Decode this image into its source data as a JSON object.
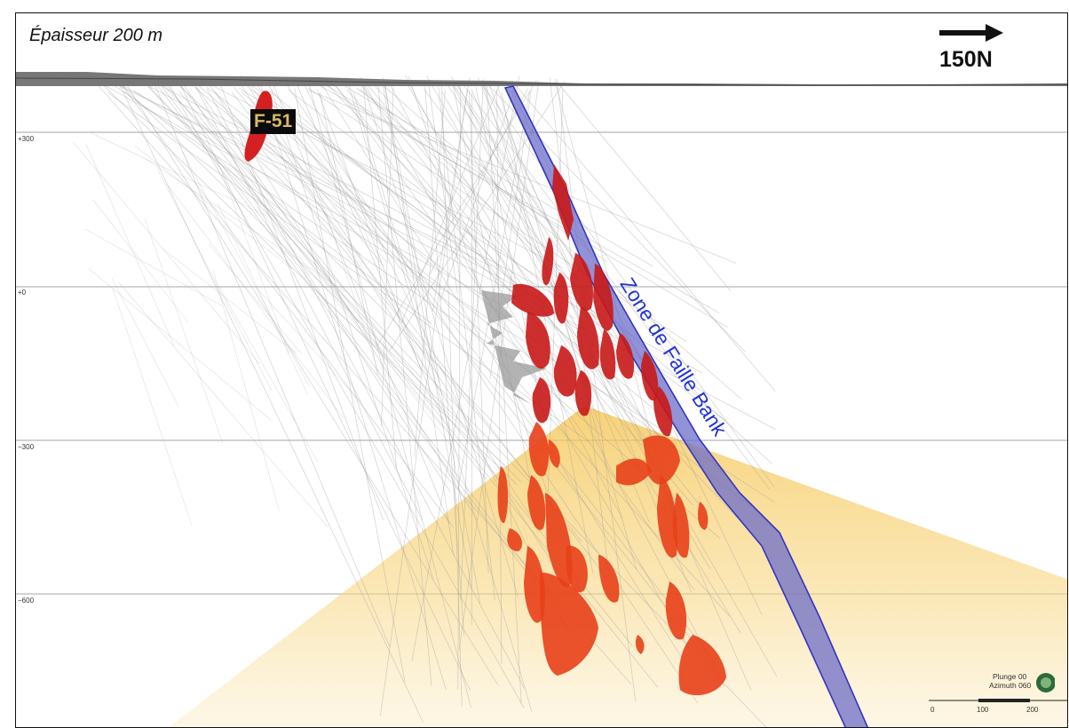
{
  "header": {
    "thickness_label": "Épaisseur 200 m",
    "north_label": "150N"
  },
  "elevation_labels": [
    "+300",
    "+0",
    "−300",
    "−600"
  ],
  "labels": {
    "lens": "F-51",
    "fault_zone": "Zone de Faille Bank"
  },
  "view": {
    "plunge": "Plunge 00",
    "azimuth": "Azimuth 060"
  },
  "scale_bar": {
    "ticks": [
      "0",
      "100",
      "200"
    ]
  },
  "colors": {
    "frame": "#111111",
    "fault": "#4a4ab8",
    "mineralized_zone": "#d81a1a",
    "mineralized_zone_lit": "#ef5a1e",
    "cone_fill": "#f6c94f",
    "drill_traces": "#9a9a9a",
    "lens_label_bg": "#0b0b0b",
    "lens_label_text": "#d8b868"
  }
}
